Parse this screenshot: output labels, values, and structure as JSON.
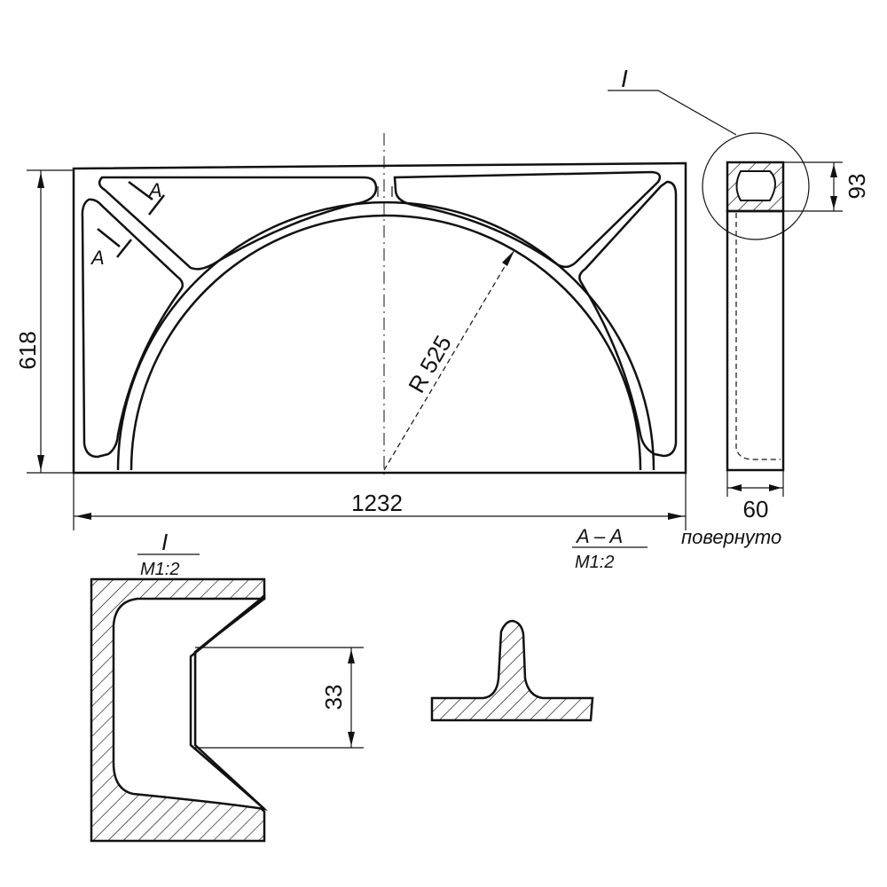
{
  "dimensions": {
    "height": "618",
    "width": "1232",
    "radius": "R 525",
    "detail_height": "93",
    "side_width": "60",
    "detail_inner": "33"
  },
  "section_marks": {
    "upper": "A",
    "lower": "A"
  },
  "detail_callout": "I",
  "detail_view": {
    "title": "I",
    "scale": "M1:2"
  },
  "section_view": {
    "title": "A – A",
    "scale": "M1:2",
    "note": "повернуто"
  },
  "colors": {
    "ink": "#111111",
    "paper": "#ffffff"
  }
}
